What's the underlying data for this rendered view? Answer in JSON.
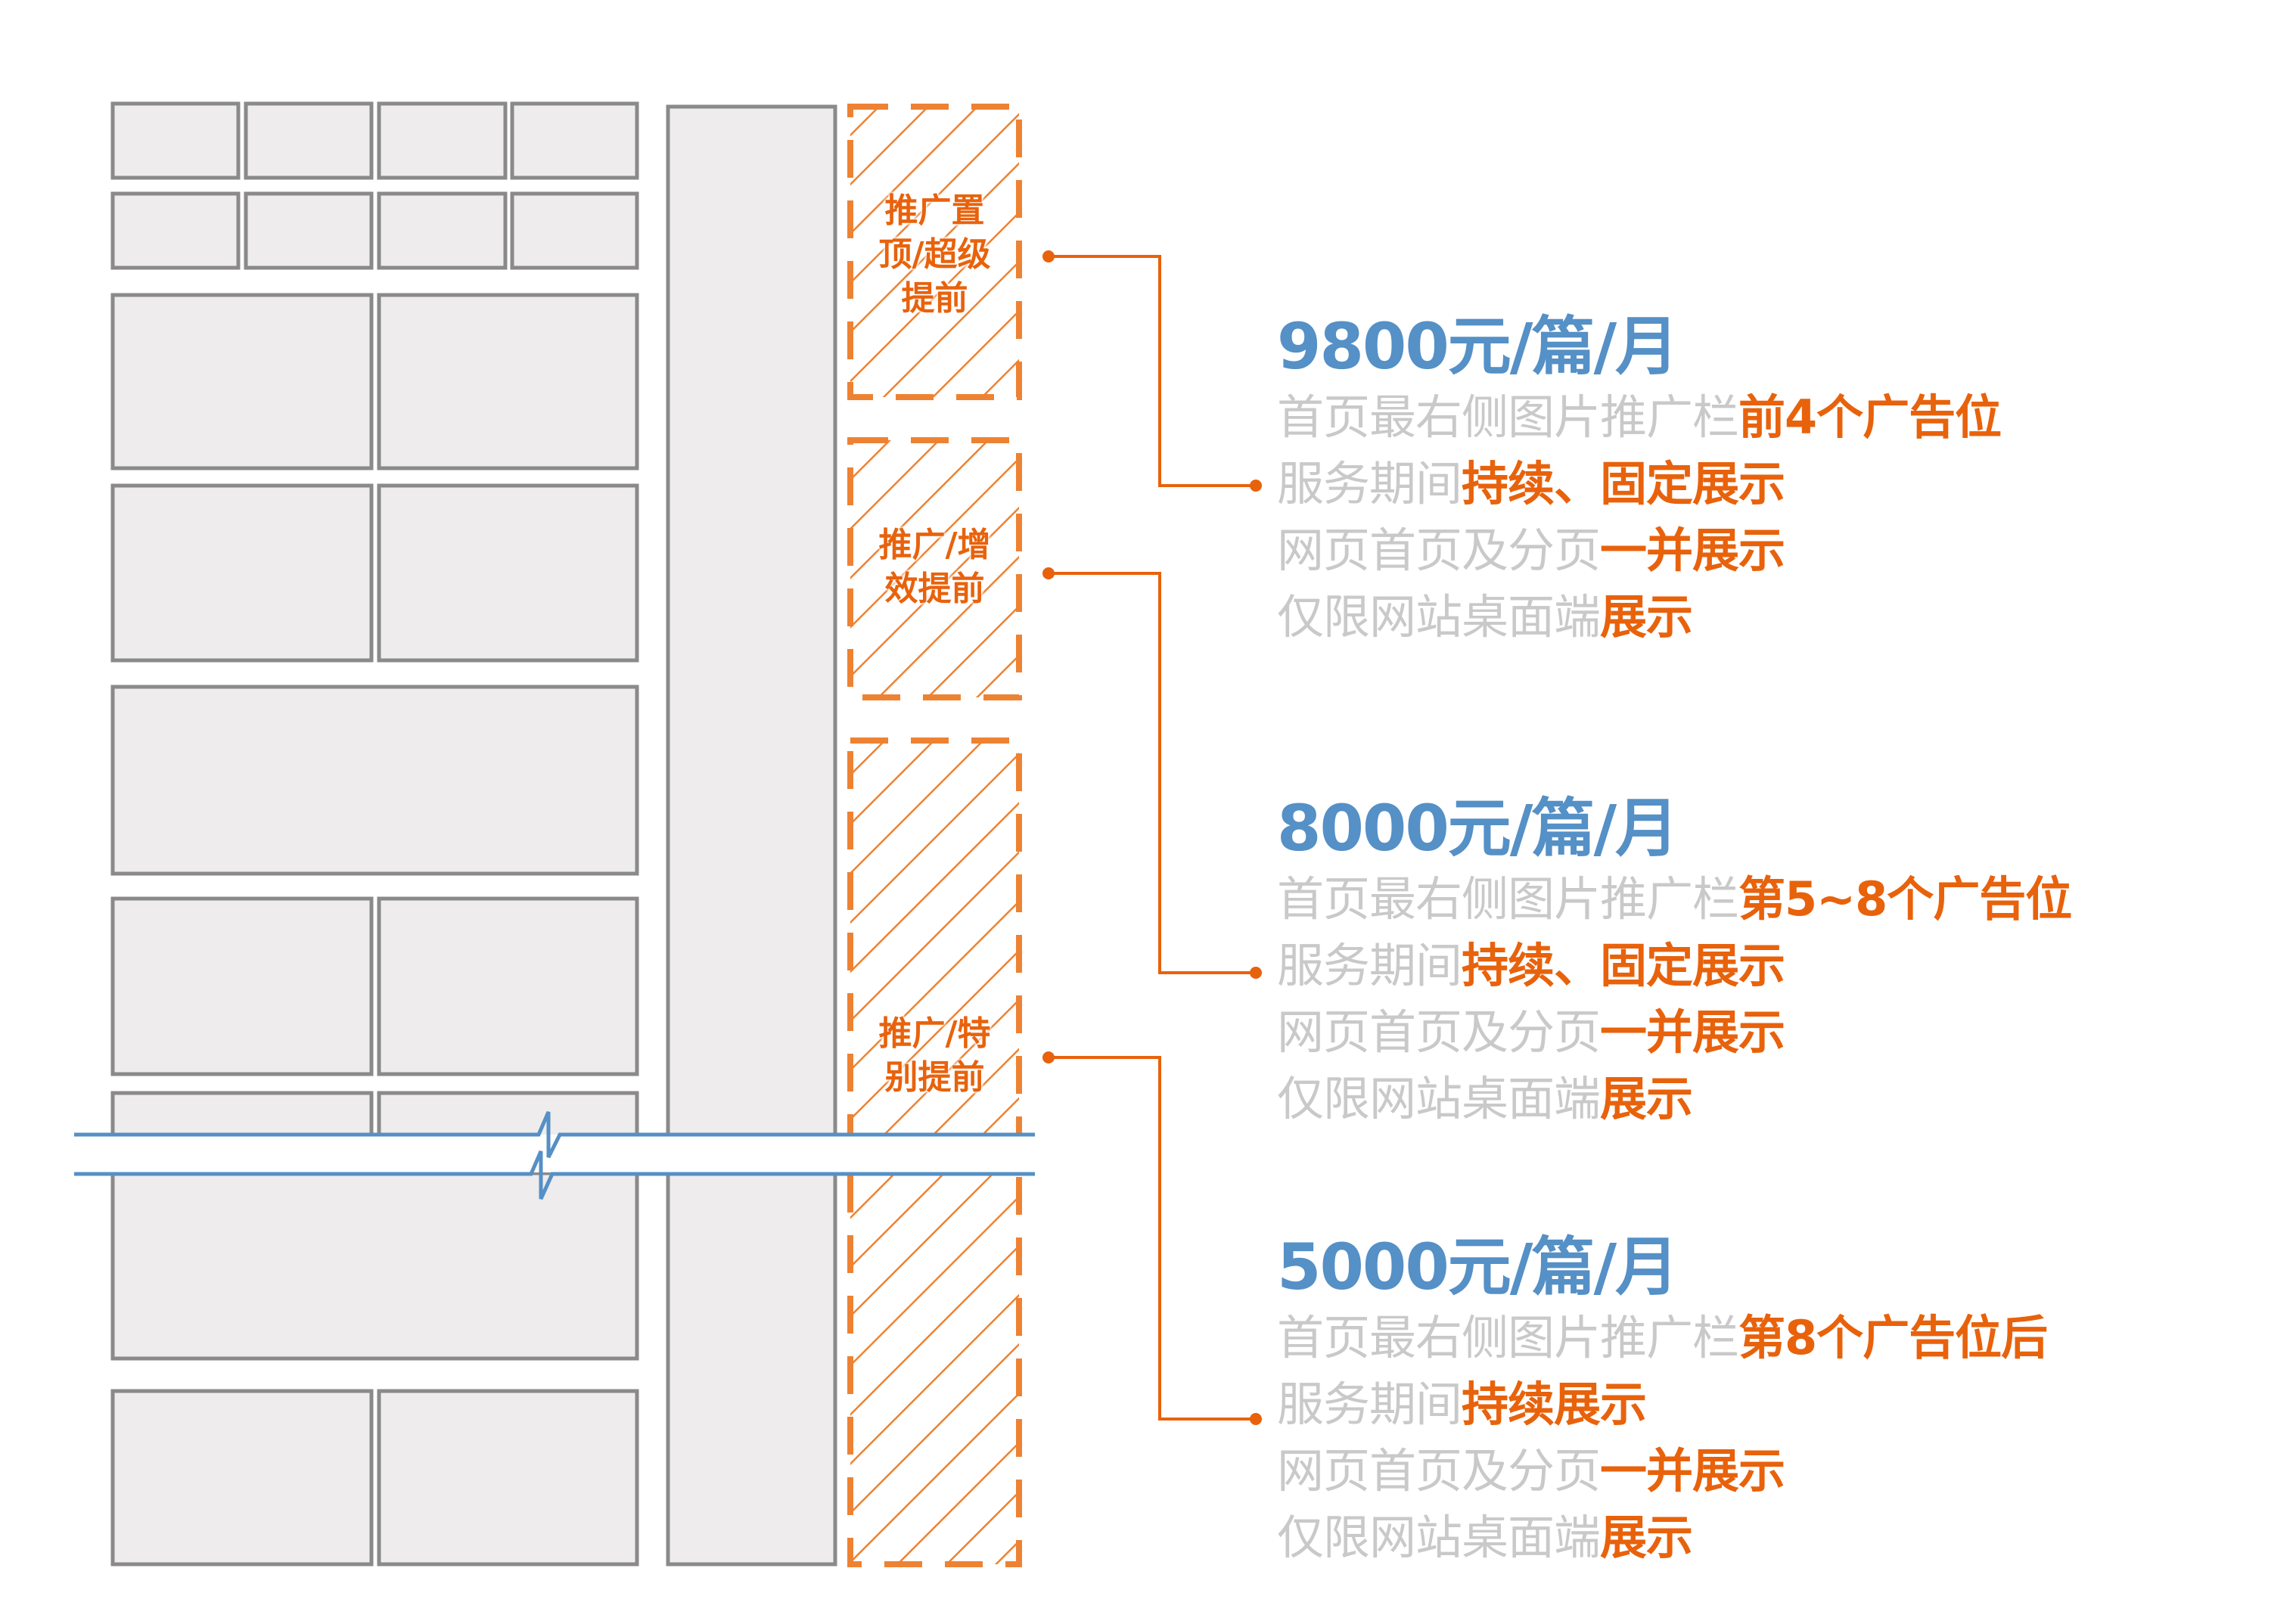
{
  "colors": {
    "accent_orange": "#e8620c",
    "hatch_orange": "#ee8233",
    "price_blue": "#5590c6",
    "muted_text": "#c9c9c9",
    "box_fill": "#eeecec",
    "box_border": "#8a8a8a",
    "break_line": "#5590c6"
  },
  "zones": [
    {
      "label_lines": [
        "推广置",
        "顶/超级",
        "提前"
      ]
    },
    {
      "label_lines": [
        "推广/增",
        "效提前"
      ]
    },
    {
      "label_lines": [
        "推广/特",
        "别提前"
      ]
    }
  ],
  "tiers": [
    {
      "title": "9800元/篇/月",
      "lines": [
        {
          "muted": "首页最右侧图片推广栏",
          "highlight": "前4个广告位"
        },
        {
          "muted": "服务期间",
          "highlight": "持续、固定展示"
        },
        {
          "muted": "网页首页及分页",
          "highlight": "一并展示"
        },
        {
          "muted": "仅限网站桌面端",
          "highlight": "展示"
        }
      ]
    },
    {
      "title": "8000元/篇/月",
      "lines": [
        {
          "muted": "首页最右侧图片推广栏",
          "highlight": "第5~8个广告位"
        },
        {
          "muted": "服务期间",
          "highlight": "持续、固定展示"
        },
        {
          "muted": "网页首页及分页",
          "highlight": "一并展示"
        },
        {
          "muted": "仅限网站桌面端",
          "highlight": "展示"
        }
      ]
    },
    {
      "title": "5000元/篇/月",
      "lines": [
        {
          "muted": "首页最右侧图片推广栏",
          "highlight": "第8个广告位后"
        },
        {
          "muted": "服务期间",
          "highlight": "持续展示"
        },
        {
          "muted": "网页首页及分页",
          "highlight": "一并展示"
        },
        {
          "muted": "仅限网站桌面端",
          "highlight": "展示"
        }
      ]
    }
  ]
}
